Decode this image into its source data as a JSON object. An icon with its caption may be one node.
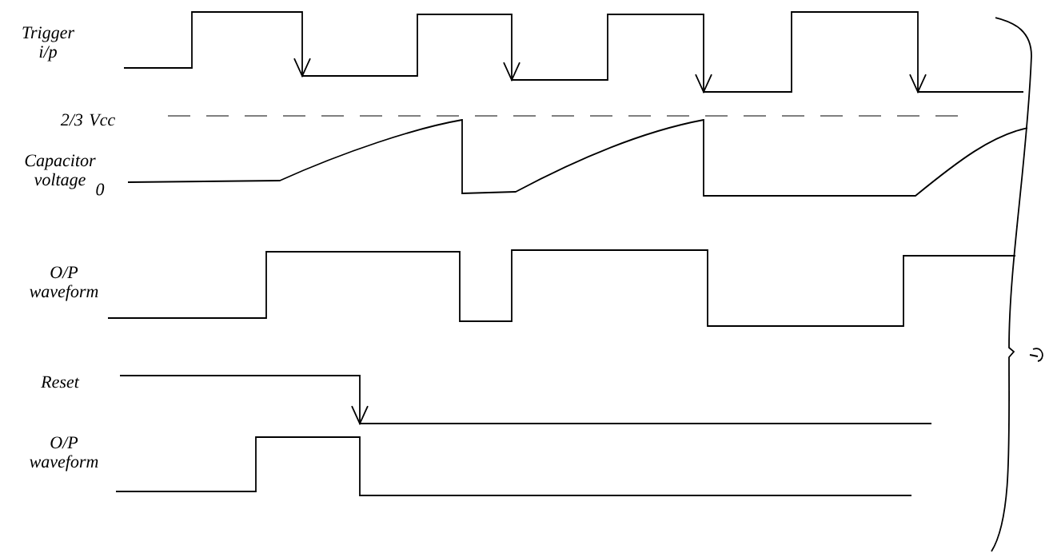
{
  "diagram": {
    "labels": [
      "Trigger i/p",
      "2/3 Vcc",
      "Capacitor voltage",
      "0",
      "O/P waveform",
      "Reset",
      "O/P waveform"
    ]
  }
}
